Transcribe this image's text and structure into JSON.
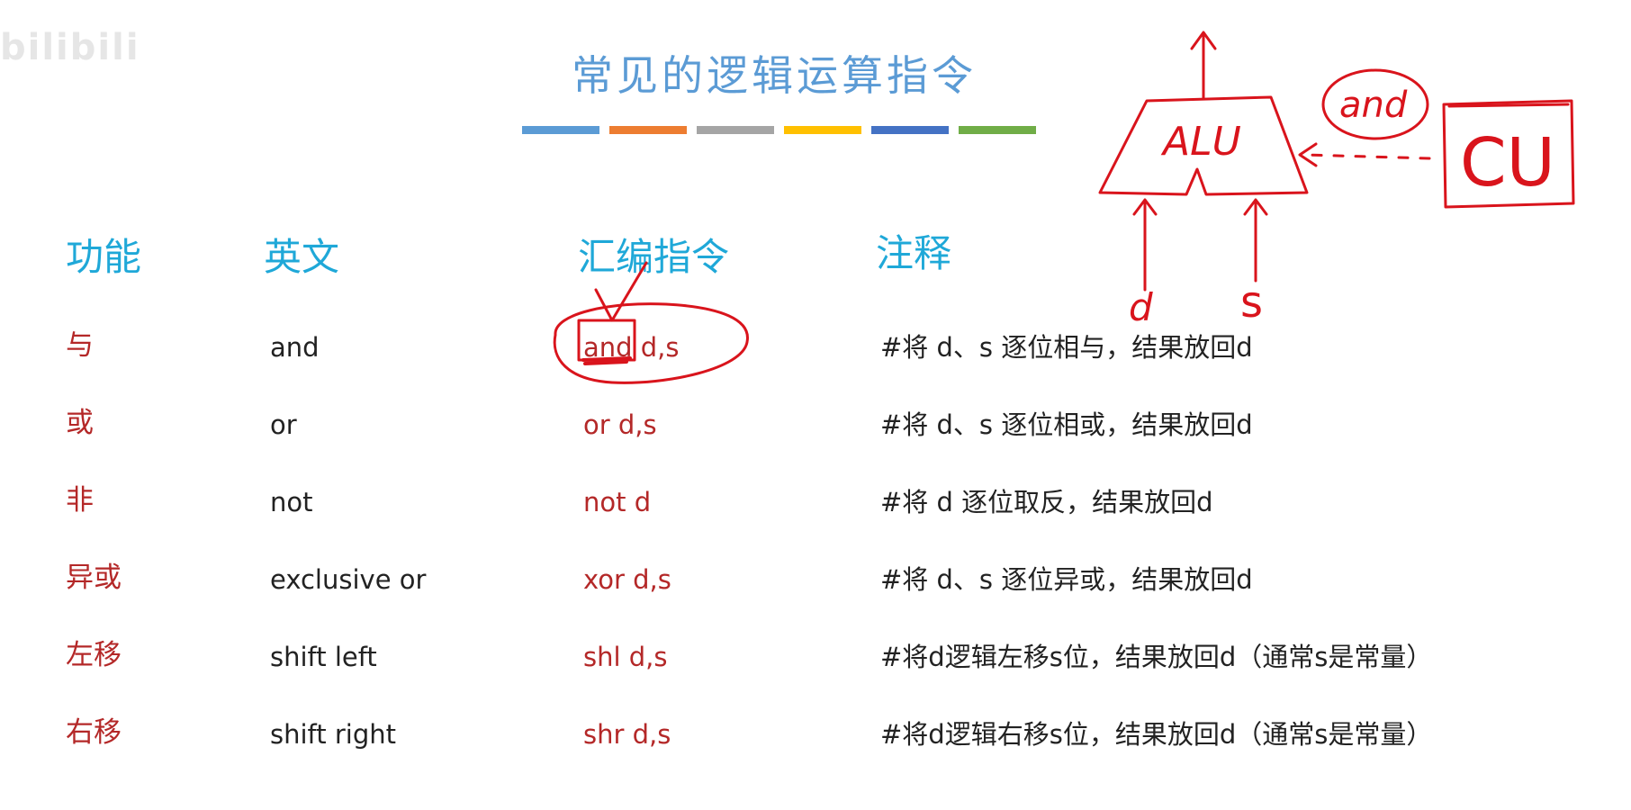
{
  "watermark": "bilibili",
  "slide": {
    "title": "常见的逻辑运算指令",
    "bar_colors": [
      "#5b9bd5",
      "#ed7d31",
      "#a5a5a5",
      "#ffc000",
      "#4472c4",
      "#70ad47"
    ]
  },
  "headers": {
    "function": "功能",
    "english": "英文",
    "assembly": "汇编指令",
    "comment": "注释"
  },
  "rows": [
    {
      "function": "与",
      "english": "and",
      "assembly": "and d,s",
      "comment": "#将 d、s 逐位相与，结果放回d"
    },
    {
      "function": "或",
      "english": "or",
      "assembly": "or d,s",
      "comment": "#将 d、s 逐位相或，结果放回d"
    },
    {
      "function": "非",
      "english": "not",
      "assembly": "not d",
      "comment": "#将 d 逐位取反，结果放回d"
    },
    {
      "function": "异或",
      "english": "exclusive or",
      "assembly": "xor d,s",
      "comment": "#将 d、s 逐位异或，结果放回d"
    },
    {
      "function": "左移",
      "english": "shift left",
      "assembly": "shl d,s",
      "comment": "#将d逻辑左移s位，结果放回d（通常s是常量）"
    },
    {
      "function": "右移",
      "english": "shift right",
      "assembly": "shr d,s",
      "comment": "#将d逻辑右移s位，结果放回d（通常s是常量）"
    }
  ],
  "annotation": {
    "alu_label": "ALU",
    "cu_label": "CU",
    "op_label": "and",
    "input_d": "d",
    "input_s": "s",
    "ink_color": "#d9141c"
  }
}
